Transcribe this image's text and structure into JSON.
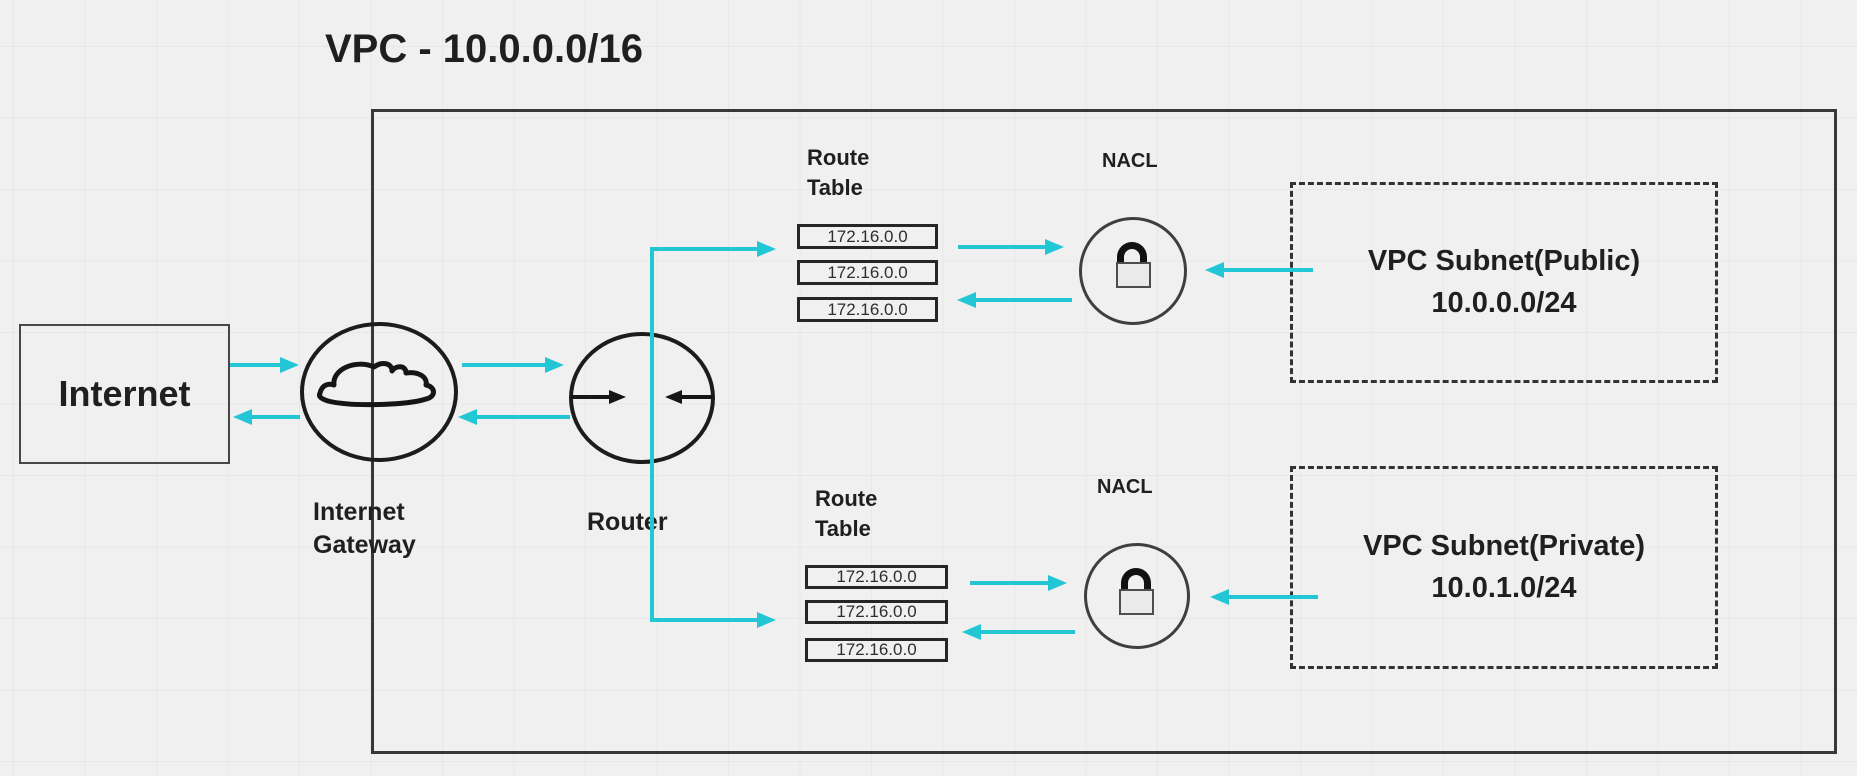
{
  "title": "VPC - 10.0.0.0/16",
  "internet": {
    "label": "Internet"
  },
  "internet_gateway": {
    "label": "Internet\nGateway",
    "icon": "cloud-icon"
  },
  "router": {
    "label": "Router",
    "icon": "bidirectional-arrows-icon"
  },
  "route_table_top": {
    "label": "Route\nTable",
    "rows": [
      "172.16.0.0",
      "172.16.0.0",
      "172.16.0.0"
    ]
  },
  "route_table_bottom": {
    "label": "Route\nTable",
    "rows": [
      "172.16.0.0",
      "172.16.0.0",
      "172.16.0.0"
    ]
  },
  "nacl_top": {
    "label": "NACL",
    "icon": "lock-icon"
  },
  "nacl_bottom": {
    "label": "NACL",
    "icon": "lock-icon"
  },
  "subnet_public": {
    "name": "VPC Subnet(Public)",
    "cidr": "10.0.0.0/24"
  },
  "subnet_private": {
    "name": "VPC Subnet(Private)",
    "cidr": "10.0.1.0/24"
  },
  "colors": {
    "accent": "#23c6d5",
    "shape_stroke": "#1c1c1c",
    "text": "#1f1f1f",
    "canvas": "#f0f0f0"
  }
}
